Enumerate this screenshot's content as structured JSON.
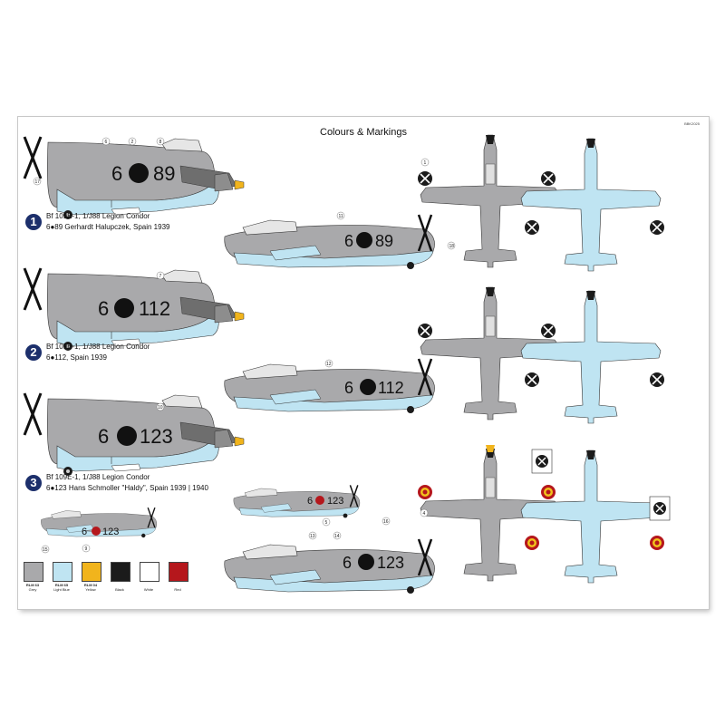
{
  "sheet": {
    "title": "Colours & Markings",
    "tag": "BBK2025"
  },
  "schemes": [
    {
      "number": "1",
      "line1": "Bf 109E-1, 1/J88 Legion Condor",
      "line2": "6●89 Gerhardt Halupczek, Spain 1939",
      "code_left": "6",
      "code_right": "89"
    },
    {
      "number": "2",
      "line1": "Bf 109E-1, 1/J88 Legion Condor",
      "line2": "6●112, Spain 1939",
      "code_left": "6",
      "code_right": "112"
    },
    {
      "number": "3",
      "line1": "Bf 109E-1, 1/J88 Legion Condor",
      "line2": "6●123 Hans Schmoller \"Haldy\", Spain 1939 | 1940",
      "code_left": "6",
      "code_right": "123"
    }
  ],
  "palette": [
    {
      "code": "RLM 63",
      "name": "Grey",
      "color": "#a9a9ab"
    },
    {
      "code": "RLM 65",
      "name": "Light Blue",
      "color": "#bfe4f2"
    },
    {
      "code": "RLM 04",
      "name": "Yellow",
      "color": "#f1b41c"
    },
    {
      "code": "",
      "name": "Black",
      "color": "#1b1b1b"
    },
    {
      "code": "",
      "name": "White",
      "color": "#ffffff"
    },
    {
      "code": "",
      "name": "Red",
      "color": "#b5171c"
    }
  ],
  "callouts": {
    "a": "6",
    "b": "2",
    "c": "8",
    "d": "17",
    "e": "18",
    "f": "7",
    "g": "10",
    "h": "11",
    "i": "12",
    "j": "5",
    "k": "4",
    "l": "1",
    "m": "9",
    "n": "13",
    "o": "14",
    "p": "15",
    "q": "16"
  },
  "colors": {
    "accent": "#1c2f6b",
    "upper_grey": "#a9a9ab",
    "under_blue": "#bfe4f2",
    "spanish_red": "#b5171c",
    "spanish_yellow": "#f1c21c"
  }
}
